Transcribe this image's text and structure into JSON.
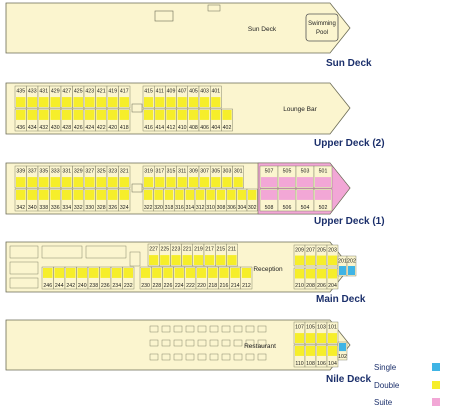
{
  "colors": {
    "hull": "#fbf5cf",
    "outline": "#6b6b55",
    "single": "#3fb4e5",
    "double": "#f6ee2a",
    "suite": "#f2a7d6",
    "title": "#1b2f6b"
  },
  "decks": {
    "sun": {
      "title": "Sun Deck",
      "area_label": "Sun Deck",
      "pool_label_1": "Swimming",
      "pool_label_2": "Pool"
    },
    "upper2": {
      "title": "Upper Deck (2)",
      "lounge_label": "Lounge Bar",
      "top_left": [
        "435",
        "433",
        "431",
        "429",
        "427",
        "425",
        "423",
        "421",
        "419",
        "417"
      ],
      "bottom_left": [
        "436",
        "434",
        "432",
        "430",
        "428",
        "426",
        "424",
        "422",
        "420",
        "418"
      ],
      "top_right": [
        "415",
        "411",
        "409",
        "407",
        "405",
        "403",
        "401"
      ],
      "bottom_right": [
        "416",
        "414",
        "412",
        "410",
        "408",
        "406",
        "404",
        "402"
      ]
    },
    "upper1": {
      "title": "Upper Deck (1)",
      "top_left": [
        "339",
        "337",
        "335",
        "333",
        "331",
        "329",
        "327",
        "325",
        "323",
        "321"
      ],
      "bottom_left": [
        "342",
        "340",
        "338",
        "336",
        "334",
        "332",
        "330",
        "328",
        "326",
        "324"
      ],
      "top_right": [
        "319",
        "317",
        "315",
        "311",
        "309",
        "307",
        "305",
        "303",
        "301"
      ],
      "bottom_right": [
        "322",
        "320",
        "318",
        "316",
        "314",
        "312",
        "310",
        "308",
        "306",
        "304",
        "302"
      ],
      "suites_top": [
        "507",
        "505",
        "503",
        "501"
      ],
      "suites_bottom": [
        "508",
        "506",
        "504",
        "502"
      ]
    },
    "main": {
      "title": "Main Deck",
      "reception_label": "Reception",
      "top": [
        "227",
        "225",
        "223",
        "221",
        "219",
        "217",
        "215",
        "211"
      ],
      "bottom_left": [
        "246",
        "244",
        "242",
        "240",
        "238",
        "236",
        "234",
        "232"
      ],
      "bottom_right": [
        "230",
        "228",
        "226",
        "224",
        "222",
        "220",
        "218",
        "216",
        "214",
        "212"
      ],
      "bow_top": [
        "209",
        "207",
        "205",
        "203"
      ],
      "bow_bottom": [
        "210",
        "208",
        "206",
        "204"
      ],
      "singles": [
        "201",
        "202"
      ]
    },
    "nile": {
      "title": "Nile Deck",
      "restaurant_label": "Restaurant",
      "bow_top": [
        "107",
        "105",
        "103",
        "101"
      ],
      "bow_bottom": [
        "110",
        "108",
        "106",
        "104"
      ],
      "singles": [
        "102"
      ]
    }
  },
  "legend": {
    "single": "Single",
    "double": "Double",
    "suite": "Suite"
  }
}
